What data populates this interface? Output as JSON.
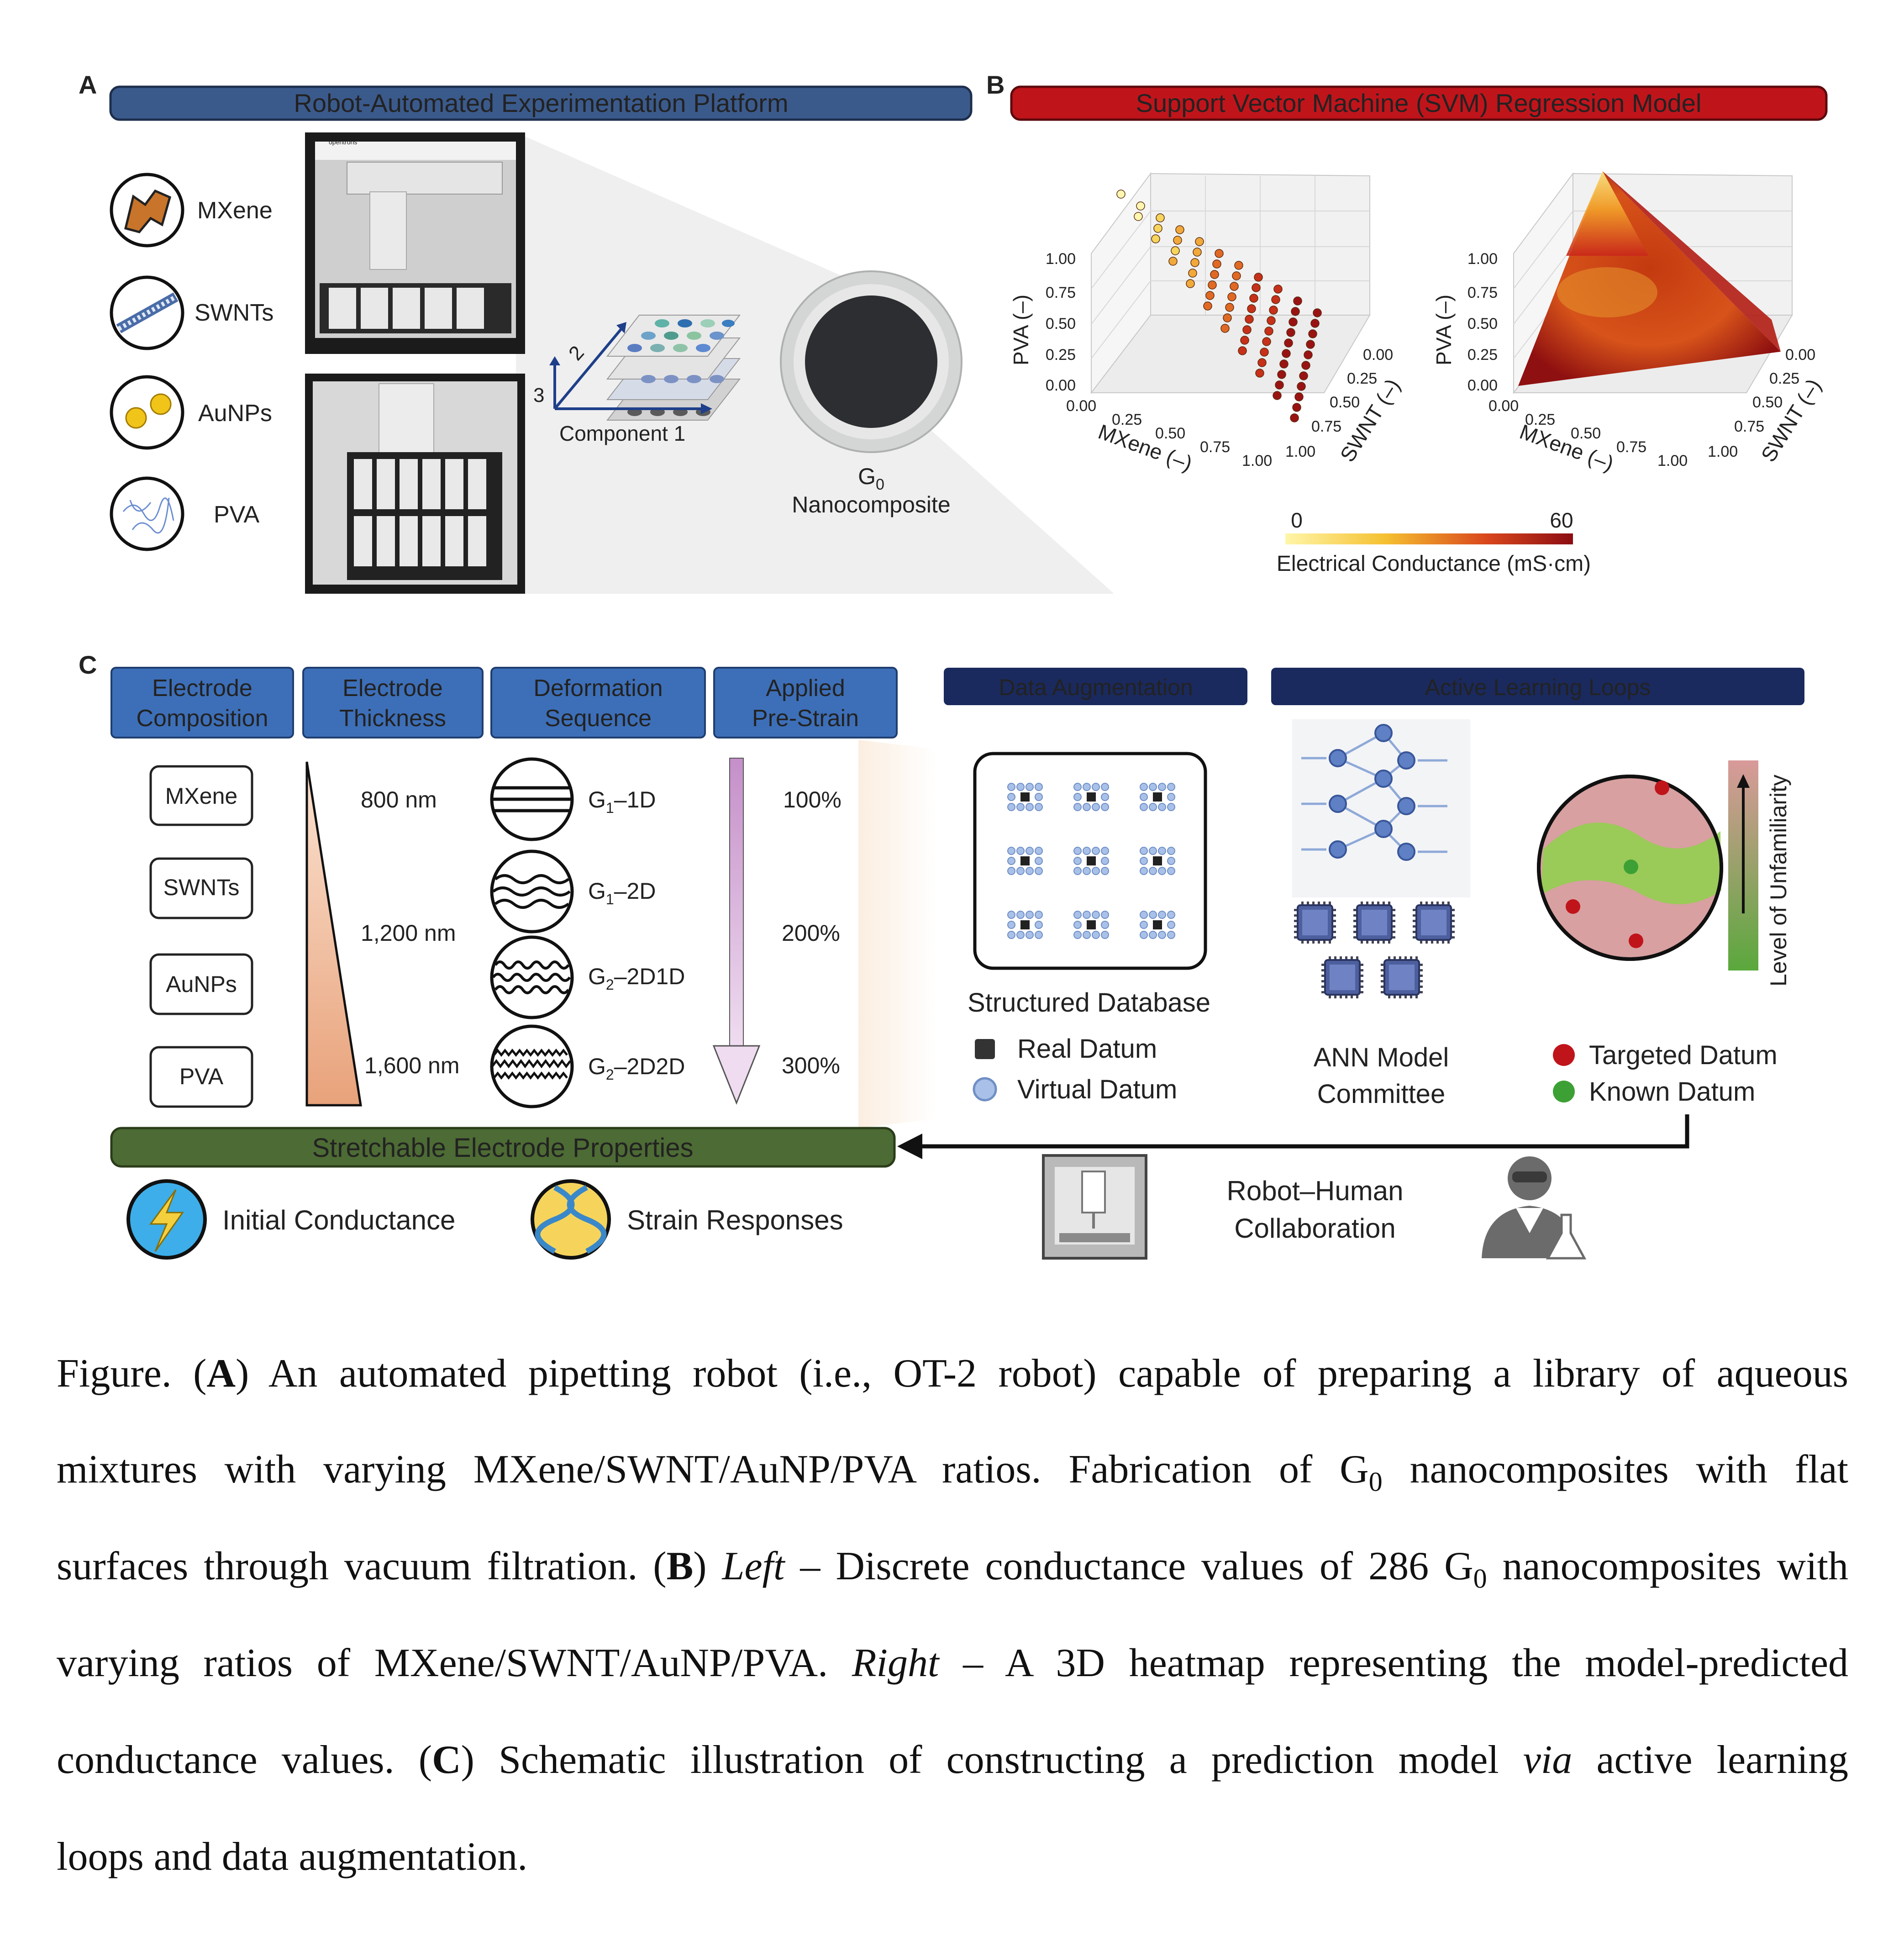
{
  "panels": {
    "a_letter": "A",
    "b_letter": "B",
    "c_letter": "C"
  },
  "panel_a": {
    "title": "Robot-Automated Experimentation Platform",
    "materials": [
      "MXene",
      "SWNTs",
      "AuNPs",
      "PVA"
    ],
    "axis_labels": [
      "Component 1",
      "2",
      "3"
    ],
    "sample_label_main": "G",
    "sample_label_sub": "0",
    "sample_label_2": "Nanocomposite",
    "robot_label": "opentrons"
  },
  "panel_b": {
    "title": "Support Vector Machine (SVM) Regression Model",
    "x_axis": "MXene (–)",
    "y_axis": "SWNT (–)",
    "z_axis": "PVA (–)",
    "ticks": [
      "0.00",
      "0.25",
      "0.50",
      "0.75",
      "1.00"
    ],
    "colorbar_min": "0",
    "colorbar_max": "60",
    "colorbar_label": "Electrical Conductance (mS·cm)"
  },
  "panel_c": {
    "headers": [
      "Electrode Composition",
      "Electrode Thickness",
      "Deformation Sequence",
      "Applied Pre-Strain"
    ],
    "header_lines": [
      [
        "Electrode",
        "Composition"
      ],
      [
        "Electrode",
        "Thickness"
      ],
      [
        "Deformation",
        "Sequence"
      ],
      [
        "Applied",
        "Pre-Strain"
      ]
    ],
    "compositions": [
      "MXene",
      "SWNTs",
      "AuNPs",
      "PVA"
    ],
    "thickness": [
      "800 nm",
      "1,200 nm",
      "1,600 nm"
    ],
    "deformations": [
      {
        "g": "G",
        "sub": "1",
        "rest": "–1D"
      },
      {
        "g": "G",
        "sub": "1",
        "rest": "–2D"
      },
      {
        "g": "G",
        "sub": "2",
        "rest": "–2D1D"
      },
      {
        "g": "G",
        "sub": "2",
        "rest": "–2D2D"
      }
    ],
    "prestrain": [
      "100%",
      "200%",
      "300%"
    ],
    "data_aug_title": "Data Augmentation",
    "active_title": "Active Learning Loops",
    "database_label": "Structured Database",
    "legend_real": "Real Datum",
    "legend_virtual": "Virtual Datum",
    "ann_line1": "ANN Model",
    "ann_line2": "Committee",
    "legend_targeted": "Targeted Datum",
    "legend_known": "Known Datum",
    "unfamiliarity": "Level of Unfamiliarity",
    "properties_title": "Stretchable Electrode Properties",
    "prop_1": "Initial Conductance",
    "prop_2": "Strain Responses",
    "collab_line1": "Robot–Human",
    "collab_line2": "Collaboration"
  },
  "caption": {
    "lines": [
      [
        "Figure. (",
        "A",
        ") An automated pipetting robot (i.e., OT-2 robot) capable of preparing a library of aqueous"
      ],
      [
        "mixtures with varying MXene/SWNT/AuNP/PVA ratios. Fabrication of G",
        "0",
        " nanocomposites with flat"
      ],
      [
        "surfaces through vacuum filtration. (",
        "B",
        ") ",
        "Left",
        " – Discrete conductance values of 286 G",
        "0",
        " nanocomposites with"
      ],
      [
        "varying ratios of MXene/SWNT/AuNP/PVA. ",
        "Right",
        " – A 3D heatmap representing the model-predicted"
      ],
      [
        "conductance values. (",
        "C",
        ") Schematic illustration of constructing a prediction model ",
        "via",
        " active learning"
      ],
      [
        "loops and data augmentation."
      ]
    ]
  },
  "colors": {
    "navy_a": "#3b5a8c",
    "red_b": "#c0141b",
    "blue_c": "#3d6fb8",
    "navy_c": "#1a2a5e",
    "green_bar": "#4d6b34",
    "thickness": "#e8a87c",
    "prestrain": "#c79bcb"
  }
}
